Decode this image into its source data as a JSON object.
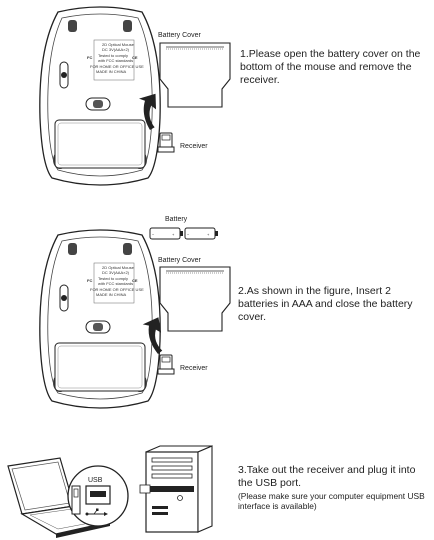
{
  "steps": [
    {
      "text": "1.Please open the battery cover on the bottom of the mouse and remove the receiver.",
      "labels": {
        "cover": "Battery Cover",
        "receiver": "Receiver"
      }
    },
    {
      "text": "2.As shown in the figure, Insert 2 batteries in AAA and close the battery cover.",
      "labels": {
        "battery": "Battery",
        "cover": "Battery Cover",
        "receiver": "Receiver"
      }
    },
    {
      "text": "3.Take out the receiver and plug it into the USB port.",
      "note": "(Please make sure your computer equipment USB interface is available)",
      "labels": {
        "usb": "USB"
      }
    }
  ],
  "mouse_sticker": {
    "line1": "2D Optical Mouse",
    "line2": "DC 3V(AAA×2)",
    "line3": "Tested to comply",
    "line4": "with FCC standards",
    "line5": "FOR HOME OR OFFICE USE",
    "line6": "MADE IN CHINA",
    "fc": "FC",
    "ce": "CE"
  }
}
